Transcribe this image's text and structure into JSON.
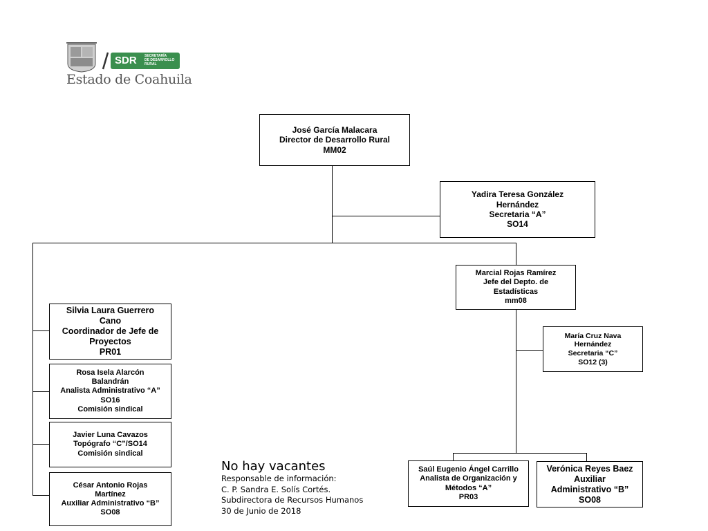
{
  "logo": {
    "sdr": "SDR",
    "sdr_sub1": "SECRETARÍA",
    "sdr_sub2": "DE DESARROLLO",
    "sdr_sub3": "RURAL",
    "state": "Estado de Coahuila"
  },
  "nodes": {
    "director": [
      "José García Malacara",
      "Director de Desarrollo Rural",
      "MM02"
    ],
    "secretaria_a": [
      "Yadira Teresa González",
      "Hernández",
      "Secretaria “A”",
      "SO14"
    ],
    "jefe_estadisticas": [
      "Marcial Rojas Ramírez",
      "Jefe del Depto. de",
      "Estadísticas",
      "mm08"
    ],
    "coordinador": [
      "Silvia Laura Guerrero",
      "Cano",
      "Coordinador de Jefe de",
      "Proyectos",
      "PR01"
    ],
    "analista_a": [
      "Rosa Isela Alarcón",
      "Balandrán",
      "Analista Administrativo “A”",
      "SO16",
      "Comisión sindical"
    ],
    "topografo": [
      "Javier Luna Cavazos",
      "Topógrafo “C”/SO14",
      "Comisión sindical"
    ],
    "auxiliar_b_left": [
      "César Antonio Rojas",
      "Martínez",
      "Auxiliar  Administrativo “B”",
      "SO08"
    ],
    "secretaria_c": [
      "María Cruz Nava",
      "Hernández",
      "Secretaria “C”",
      "SO12 (3)"
    ],
    "analista_metodos": [
      "Saúl Eugenio Ángel Carrillo",
      "Analista de Organización y",
      "Métodos “A”",
      "PR03"
    ],
    "auxiliar_b_right": [
      "Verónica Reyes Baez",
      "Auxiliar",
      "Administrativo “B”",
      "SO08"
    ]
  },
  "notes": {
    "headline": "No  hay vacantes",
    "line1": "Responsable de información:",
    "line2": "C. P. Sandra E. Solís Cortés.",
    "line3": "Subdirectora de Recursos Humanos",
    "line4": "30 de Junio de 2018"
  }
}
